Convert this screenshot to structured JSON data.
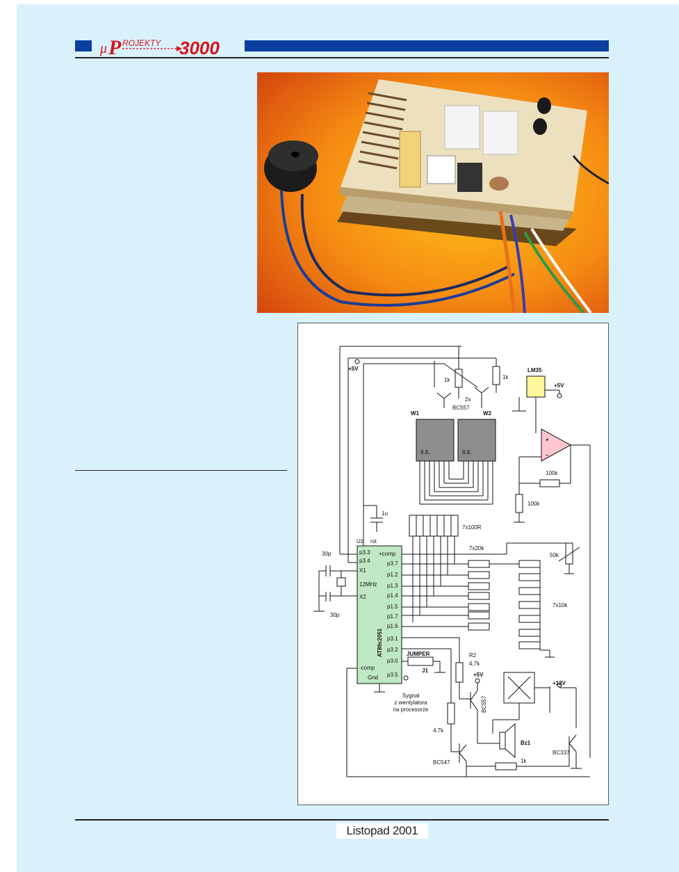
{
  "header": {
    "logo": {
      "mu": "μ",
      "p": "P",
      "rojekty": "ROJEKTY",
      "number": "3000"
    }
  },
  "photo": {
    "description_icon": "circuit-board-photo"
  },
  "schematic": {
    "ic": {
      "name": "AT89c2051",
      "uz": "Uz",
      "rst": "rst",
      "gnd": "Gnd",
      "xtal": "12MHz",
      "pins_left": [
        "p3.3",
        "p3.4",
        "X1",
        "X2",
        "-comp"
      ],
      "pins_right": [
        "+comp",
        "p3.7",
        "p1.2",
        "p1.3",
        "p1.4",
        "p1.5",
        "p1.7",
        "p1.6",
        "p3.1",
        "p3.2",
        "p3.0",
        "p3.5"
      ]
    },
    "labels": {
      "plus5v_top": "+5V",
      "r1k_a": "1k",
      "r1k_b": "1k",
      "trans_2x": "2x",
      "bc557_top": "BC557",
      "w1": "W1",
      "w2": "W2",
      "lm35": "LM35",
      "plus5v_lm": "+5V",
      "r100k_a": "100k",
      "r100k_b": "100k",
      "cap_1u": "1u",
      "r7x100": "7x100R",
      "r7x20k": "7x20k",
      "pot_50k": "50k",
      "r7x10k": "7x10k",
      "c30p_a": "30p",
      "c30p_b": "30p",
      "jumper": "JUMPER",
      "j1": "J1",
      "r2": "R2",
      "r2_val": "4,7k",
      "plus5v_bot": "+5V",
      "bc557_bot": "BC557",
      "plus12v": "+12V",
      "signal_1": "Sygnał",
      "signal_2": "z wentylatora",
      "signal_3": "na procesorze",
      "r47k": "4,7k",
      "bz1": "Bz1",
      "bc547": "BC547",
      "r1k_c": "1k",
      "bc337": "BC337",
      "opamp_plus": "+",
      "opamp_minus": "–",
      "digits": "8.8."
    }
  },
  "footer": {
    "date": "Listopad 2001"
  },
  "colors": {
    "accent": "#0a3fa0",
    "logo_red": "#d4141c",
    "page_bg": "#d9f1fb",
    "ic_fill": "#bfe8c4",
    "lm35_fill": "#fff79a",
    "seg_red": "#e8101a"
  }
}
